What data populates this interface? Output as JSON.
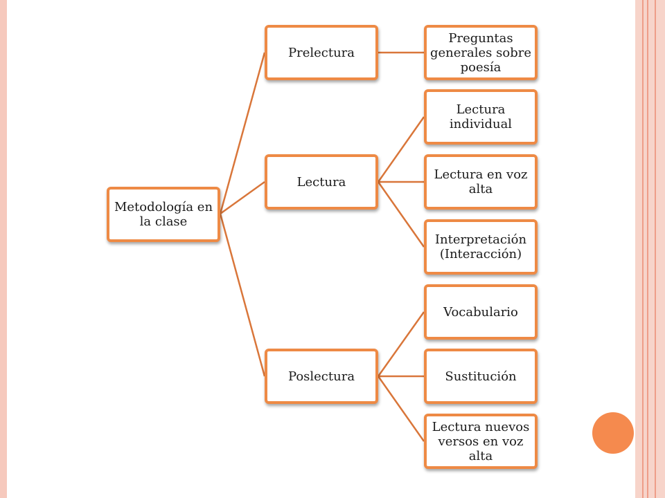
{
  "colors": {
    "accent": "#ee8a45",
    "connector": "#d9763a",
    "frame": "#f6c9bd",
    "circle": "#f58a4e"
  },
  "diagram": {
    "root": "Metodología en la clase",
    "branches": {
      "prelectura": {
        "label": "Prelectura",
        "children": [
          "Preguntas generales sobre poesía"
        ]
      },
      "lectura": {
        "label": "Lectura",
        "children": [
          "Lectura individual",
          "Lectura en voz alta",
          "Interpretación (Interacción)"
        ]
      },
      "poslectura": {
        "label": "Poslectura",
        "children": [
          "Vocabulario",
          "Sustitución",
          "Lectura nuevos versos en voz alta"
        ]
      }
    }
  }
}
